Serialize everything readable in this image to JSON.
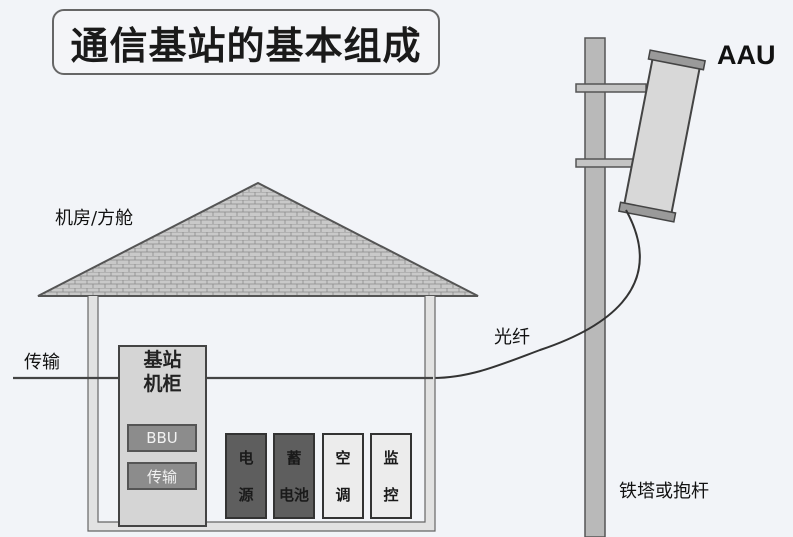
{
  "title": "通信基站的基本组成",
  "aau_label": "AAU",
  "room_label": "机房/方舱",
  "transmission_label": "传输",
  "fiber_label": "光纤",
  "tower_label": "铁塔或抱杆",
  "cabinet": {
    "title_line1": "基站",
    "title_line2": "机柜",
    "bbu_label": "BBU",
    "transmission_label": "传输"
  },
  "equipment": [
    {
      "name": "power",
      "line1": "电",
      "line2": "源",
      "style": "dark"
    },
    {
      "name": "battery",
      "line1": "蓄",
      "line2": "电池",
      "style": "dark"
    },
    {
      "name": "air-conditioner",
      "line1": "空",
      "line2": "调",
      "style": "light"
    },
    {
      "name": "monitor",
      "line1": "监",
      "line2": "控",
      "style": "light"
    }
  ],
  "colors": {
    "background": "#f2f4f8",
    "pole": "#b9b9b9",
    "house_wall": "#e6e6e6",
    "cabinet": "#d5d5d5",
    "chip": "#8c8c8c",
    "dark_box": "#5e5e5e",
    "light_box": "#ececec"
  }
}
